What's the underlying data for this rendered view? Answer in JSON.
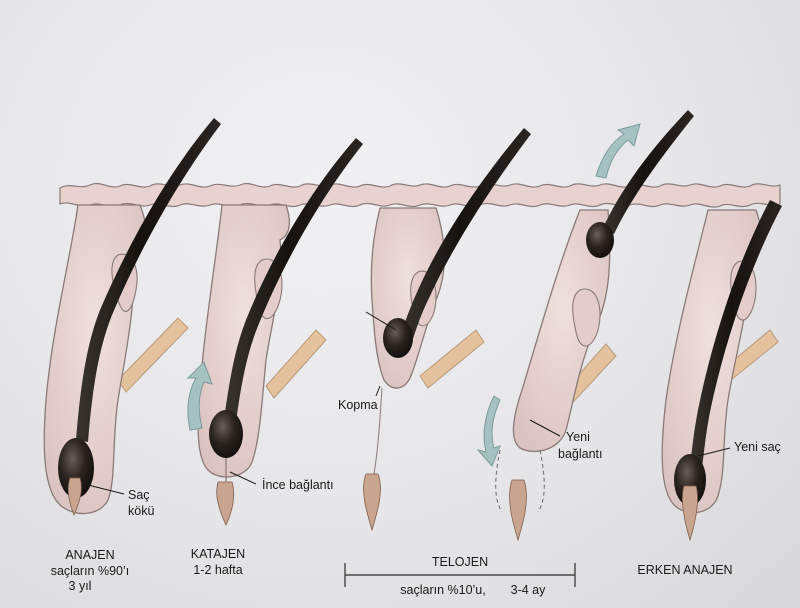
{
  "stages": {
    "anajen": {
      "name": "ANAJEN",
      "line1": "saçların %90’ı",
      "line2": "3  yıl"
    },
    "katajen": {
      "name": "KATAJEN",
      "line1": "1-2 hafta"
    },
    "telojen": {
      "name": "TELOJEN",
      "line1": "saçların %10’u,",
      "line2": "3-4 ay"
    },
    "erken_anajen": {
      "name": "ERKEN ANAJEN"
    }
  },
  "callouts": {
    "sac_koku_1": "Saç",
    "sac_koku_2": "kökü",
    "ince_baglanti": "İnce bağlantı",
    "kopma": "Kopma",
    "yeni_baglanti_1": "Yeni",
    "yeni_baglanti_2": "bağlantı",
    "yeni_sac": "Yeni saç"
  },
  "colors": {
    "skin": "#e6d2cf",
    "skin_outline": "#8a7a78",
    "hair": "#1c1816",
    "muscle": "#e2c09c",
    "arrow": "#a6c2c0",
    "papilla": "#c9a48e"
  }
}
